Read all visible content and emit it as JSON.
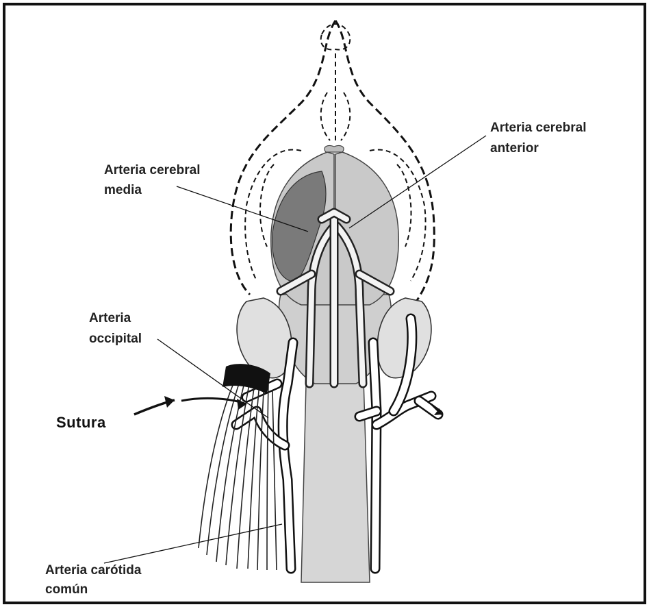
{
  "labels": {
    "anterior_cerebral_line1": "Arteria cerebral",
    "anterior_cerebral_line2": "anterior",
    "middle_cerebral_line1": "Arteria cerebral",
    "middle_cerebral_line2": "media",
    "occipital_line1": "Arteria",
    "occipital_line2": "occipital",
    "suture": "Sutura",
    "common_carotid_line1": "Arteria carótida",
    "common_carotid_line2": "común"
  },
  "colors": {
    "border": "#111111",
    "brain_fill": "#c9c9c9",
    "infarct_fill": "#7a7a7a",
    "ink": "#111111"
  }
}
